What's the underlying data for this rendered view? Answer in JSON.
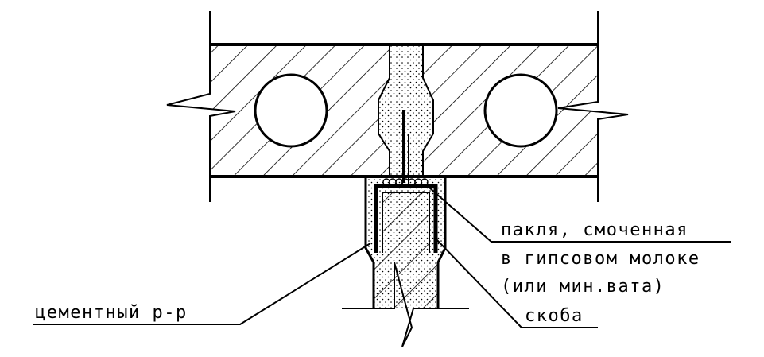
{
  "labels": {
    "tow_line1": "пакля, смоченная",
    "tow_line2": "в гипсовом молоке",
    "tow_line3": "(или мин.вата)",
    "cement": "цементный р-р",
    "bracket": "скоба"
  },
  "colors": {
    "line": "#000000",
    "background": "#ffffff"
  }
}
